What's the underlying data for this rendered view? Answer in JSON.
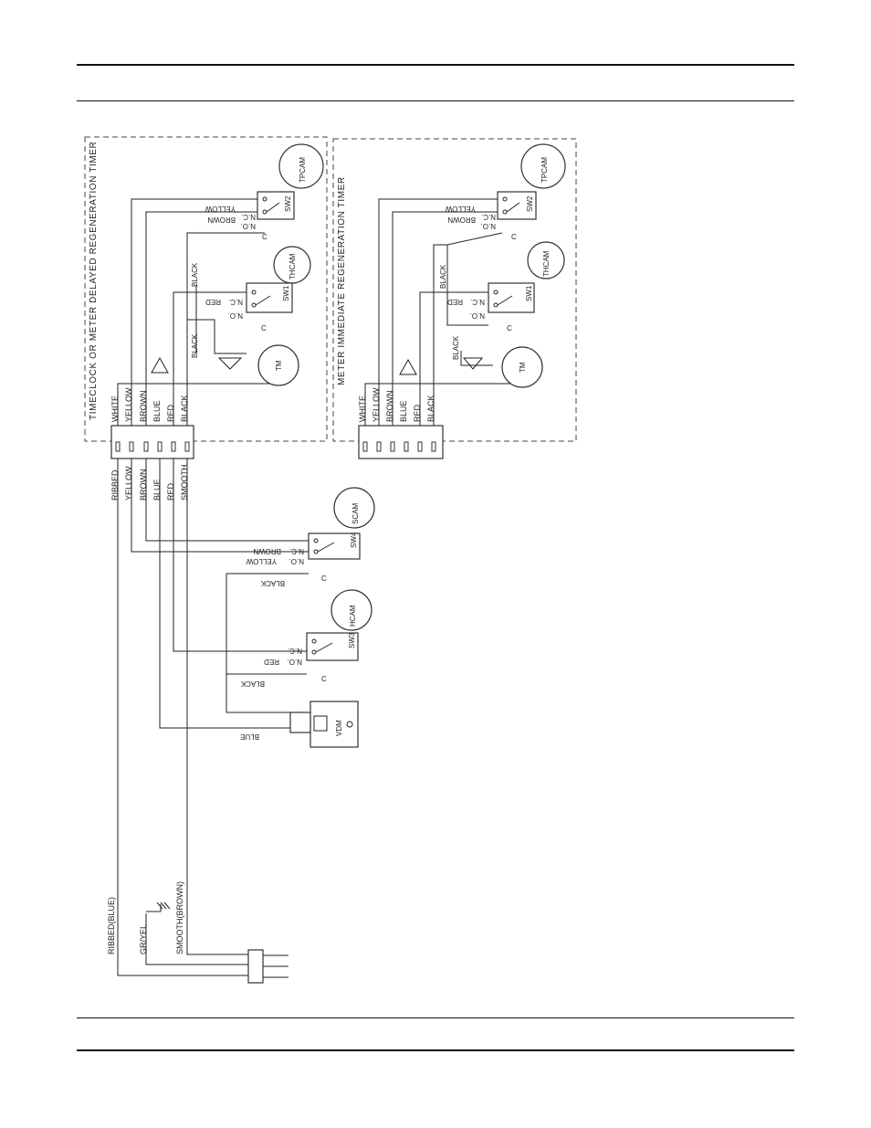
{
  "panels": {
    "left_title": "TIMECLOCK OR METER DELAYED REGENERATION TIMER",
    "right_title": "METER IMMEDIATE REGENERATION TIMER"
  },
  "components": {
    "tpcam": "TPCAM",
    "thcam": "THCAM",
    "tm": "TM",
    "sw1": "SW1",
    "sw2": "SW2",
    "sw3": "SW3",
    "sw4": "SW4",
    "scam": "SCAM",
    "hcam": "HCAM",
    "vdm": "VDM"
  },
  "contacts": {
    "nc": "N.C.",
    "no": "N.O.",
    "c": "C"
  },
  "wires": {
    "white": "WHITE",
    "yellow": "YELLOW",
    "brown": "BROWN",
    "blue": "BLUE",
    "red": "RED",
    "black": "BLACK",
    "ribbed": "RIBBED",
    "smooth": "SMOOTH"
  },
  "cord": {
    "ribbed_blue": "RIBBED(BLUE)",
    "gr_yel": "GR/YEL",
    "smooth_brown": "SMOOTH(BROWN)"
  }
}
